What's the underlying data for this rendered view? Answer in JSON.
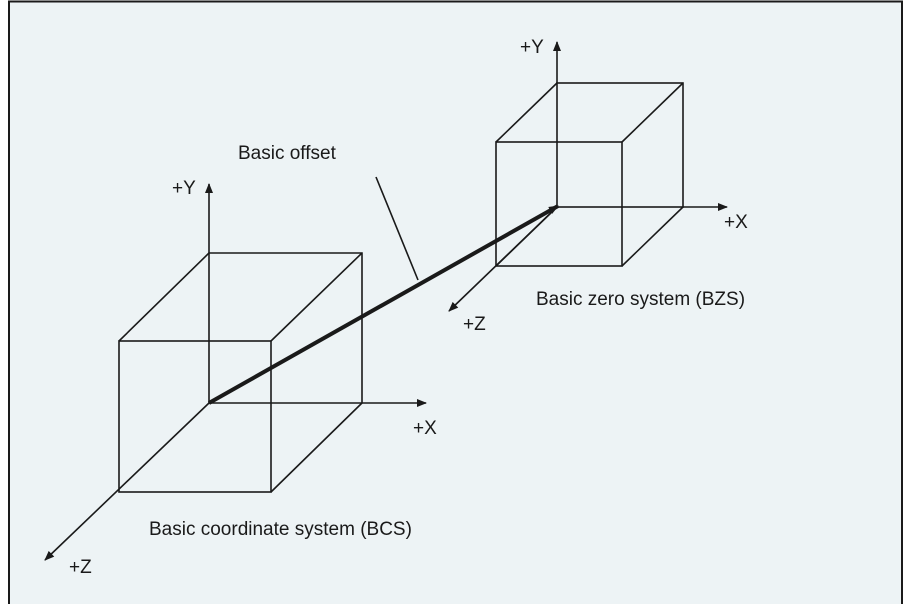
{
  "colors": {
    "background": "#edf3f5",
    "ink": "#1a1a1a",
    "border": "#1a1a1a"
  },
  "labels": {
    "basic_offset": "Basic offset",
    "bcs_title": "Basic coordinate system (BCS)",
    "bzs_title": "Basic zero system (BZS)",
    "bcs_axis_y": "+Y",
    "bcs_axis_x": "+X",
    "bcs_axis_z": "+Z",
    "bzs_axis_y": "+Y",
    "bzs_axis_x": "+X",
    "bzs_axis_z": "+Z"
  }
}
